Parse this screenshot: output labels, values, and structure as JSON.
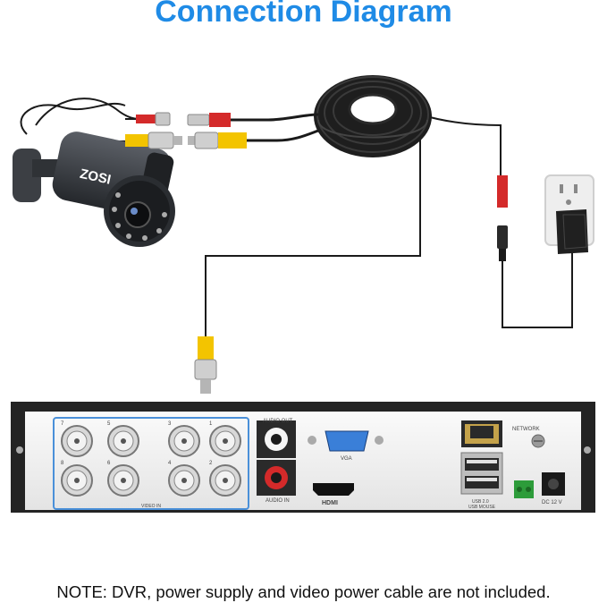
{
  "title": "Connection Diagram",
  "note": "NOTE: DVR, power supply and video power cable are not included.",
  "camera": {
    "brand": "ZOSI"
  },
  "dvr": {
    "video_in_label": "VIDEO IN",
    "channels": [
      "7",
      "5",
      "3",
      "1",
      "8",
      "6",
      "4",
      "2"
    ],
    "audio_out_label": "AUDIO OUT",
    "audio_in_label": "AUDIO IN",
    "vga_label": "VGA",
    "hdmi_label": "HDMI",
    "network_label": "NETWORK",
    "usb_label": "USB 2.0",
    "usb_mouse_label": "USB MOUSE",
    "dc_label": "DC 12 V"
  },
  "colors": {
    "title": "#1f8be6",
    "cable": "#1a1a1a",
    "bnc_yellow": "#f3c400",
    "power_red": "#d42a2a",
    "video_panel_border": "#4a90d9"
  }
}
